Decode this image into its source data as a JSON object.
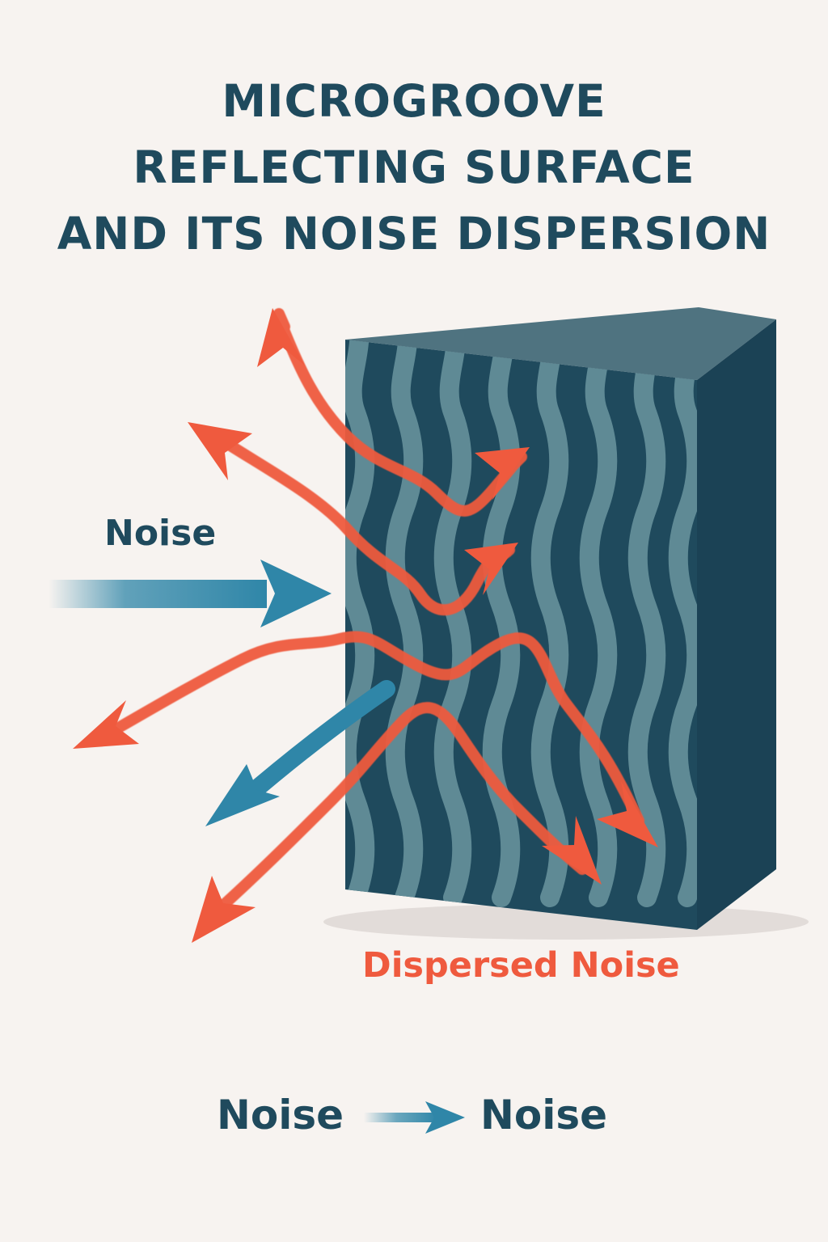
{
  "title": {
    "line1": "MICROGROOVE",
    "line2": "REFLECTING SURFACE",
    "line3": "AND ITS NOISE DISPERSION"
  },
  "labels": {
    "incoming_noise": "Noise",
    "dispersed_noise": "Dispersed Noise"
  },
  "legend": {
    "left": "Noise",
    "right": "Noise"
  },
  "colors": {
    "background": "#f7f3f0",
    "panel_dark": "#1f4a5d",
    "panel_light": "#5f8a95",
    "incoming_arrow": "#2f86a8",
    "dispersed_arrow": "#ef5a3e"
  }
}
